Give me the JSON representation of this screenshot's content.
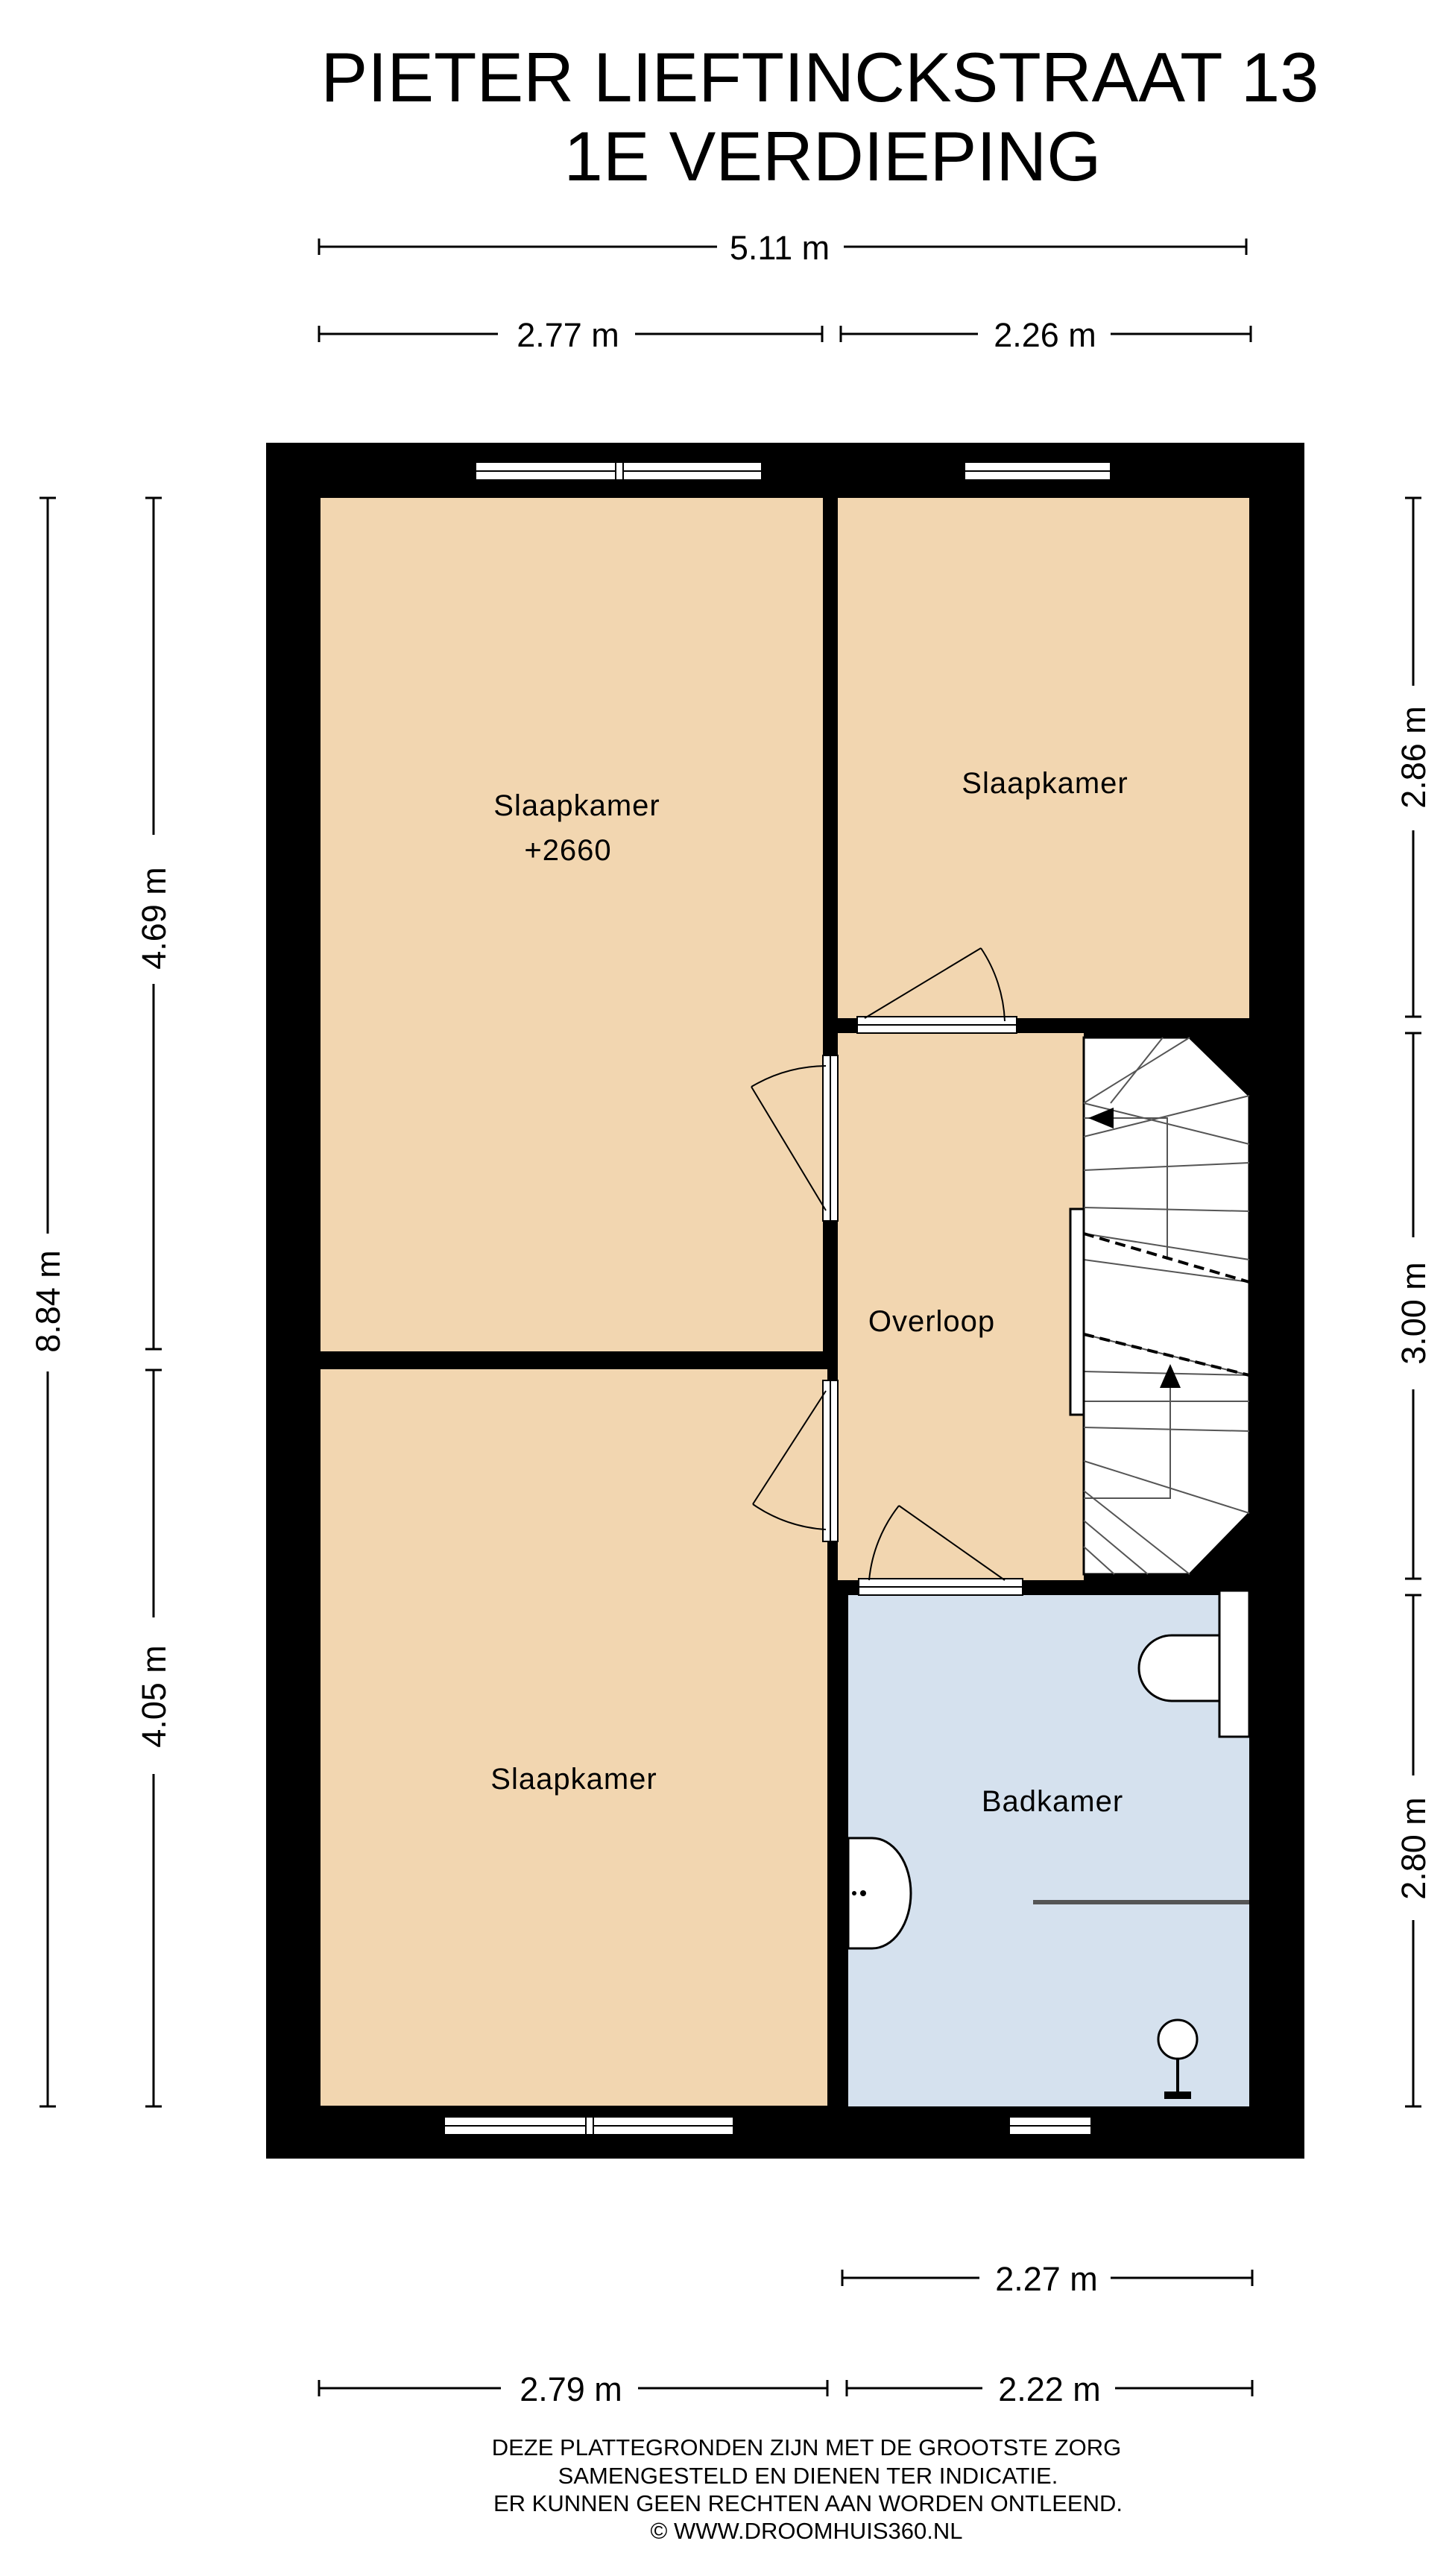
{
  "title": {
    "line1": "PIETER LIEFTINCKSTRAAT 13",
    "line2": "1E VERDIEPING"
  },
  "dimensions": {
    "top_total": "5.11 m",
    "top_left": "2.77 m",
    "top_right": "2.26 m",
    "left_total": "8.84 m",
    "left_upper": "4.69 m",
    "left_lower": "4.05 m",
    "right_upper": "2.86 m",
    "right_middle": "3.00 m",
    "right_lower": "2.80 m",
    "bottom_upper": "2.27 m",
    "bottom_left": "2.79 m",
    "bottom_right": "2.22 m"
  },
  "rooms": {
    "bedroom_main": "Slaapkamer",
    "bedroom_main_level": "+2660",
    "bedroom_small": "Slaapkamer",
    "bedroom_lower": "Slaapkamer",
    "landing": "Overloop",
    "bathroom": "Badkamer"
  },
  "colors": {
    "wall": "#000000",
    "bedroom_fill": "#f2d6b0",
    "bathroom_fill": "#d5e1ee"
  },
  "footer": {
    "line1": "DEZE PLATTEGRONDEN ZIJN MET DE GROOTSTE ZORG",
    "line2": "SAMENGESTELD EN DIENEN TER INDICATIE.",
    "line3": "ER KUNNEN GEEN RECHTEN AAN WORDEN ONTLEEND.",
    "line4": "© WWW.DROOMHUIS360.NL"
  }
}
